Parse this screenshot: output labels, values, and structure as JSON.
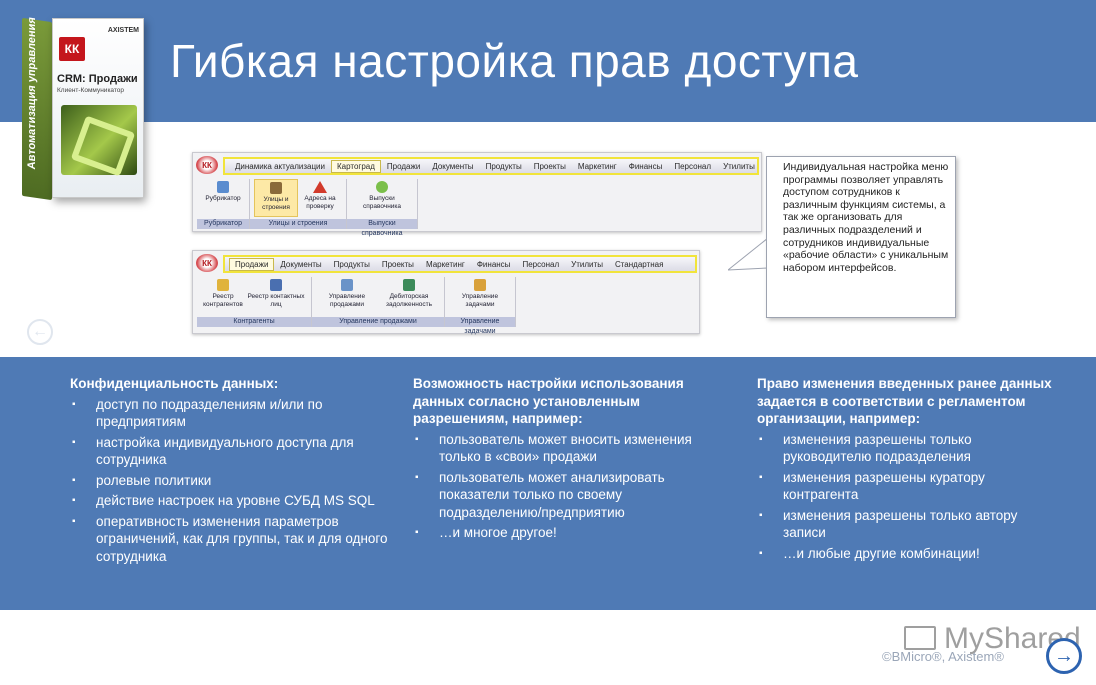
{
  "header": {
    "title": "Гибкая настройка прав доступа"
  },
  "product_box": {
    "side_text": "Автоматизация управления",
    "logo": "КК",
    "brand": "AXISTEM",
    "name": "CRM: Продажи",
    "subtitle": "Клиент-Коммуникатор"
  },
  "screenshot_top": {
    "logo": "КК",
    "tabs": [
      "Динамика актуализации",
      "Картоград",
      "Продажи",
      "Документы",
      "Продукты",
      "Проекты",
      "Маркетинг",
      "Финансы",
      "Персонал",
      "Утилиты"
    ],
    "active_tab_index": 1,
    "groups": [
      {
        "label": "Рубрикатор",
        "buttons": [
          {
            "label": "Рубрикатор",
            "icon": "rubricator-icon"
          }
        ]
      },
      {
        "label": "Улицы и строения",
        "buttons": [
          {
            "label": "Улицы и строения",
            "icon": "buildings-icon",
            "selected": true
          },
          {
            "label": "Адреса на проверку",
            "icon": "warning-icon"
          }
        ]
      },
      {
        "label": "Выпуски справочника",
        "buttons": [
          {
            "label": "Выпуски справочника",
            "icon": "globe-icon"
          }
        ]
      }
    ]
  },
  "screenshot_bottom": {
    "logo": "КК",
    "tabs": [
      "Продажи",
      "Документы",
      "Продукты",
      "Проекты",
      "Маркетинг",
      "Финансы",
      "Персонал",
      "Утилиты",
      "Стандартная"
    ],
    "active_tab_index": 0,
    "groups": [
      {
        "label": "Контрагенты",
        "buttons": [
          {
            "label": "Реестр контрагентов",
            "icon": "registry-icon"
          },
          {
            "label": "Реестр контактных лиц",
            "icon": "contacts-icon"
          }
        ]
      },
      {
        "label": "Управление продажами",
        "buttons": [
          {
            "label": "Управление продажами",
            "icon": "sales-icon"
          },
          {
            "label": "Дебиторская задолженность",
            "icon": "debt-icon"
          }
        ]
      },
      {
        "label": "Управление задачами",
        "buttons": [
          {
            "label": "Управление задачами",
            "icon": "tasks-icon"
          }
        ]
      }
    ]
  },
  "callout": {
    "text": "Индивидуальная настройка меню программы позволяет управлять доступом сотрудников к различным функциям системы, а так же организовать для различных подразделений и сотрудников индивидуальные «рабочие области» с уникальным набором интерфейсов."
  },
  "columns": [
    {
      "heading": "Конфиденциальность данных:",
      "items": [
        "доступ по подразделениям и/или по предприятиям",
        "настройка индивидуального доступа для сотрудника",
        "ролевые политики",
        "действие настроек на уровне СУБД MS SQL",
        "оперативность изменения параметров ограничений, как для группы, так и для одного сотрудника"
      ]
    },
    {
      "heading": "Возможность настройки использования данных согласно установленным разрешениям, например:",
      "items": [
        "пользователь может вносить изменения только в «свои» продажи",
        "пользователь может анализировать показатели только по своему подразделению/предприятию",
        "…и многое другое!"
      ]
    },
    {
      "heading": "Право изменения введенных ранее данных задается в соответствии с регламентом организации, например:",
      "items": [
        "изменения разрешены только руководителю подразделения",
        "изменения разрешены куратору контрагента",
        "изменения разрешены только автору записи",
        "…и любые другие комбинации!"
      ]
    }
  ],
  "footer": {
    "copyright": "©BMicro®, Axistem®",
    "watermark": "MyShared"
  },
  "colors": {
    "band": "#4f7ab5",
    "highlight": "#f1e43b",
    "nav": "#2d63b0"
  }
}
